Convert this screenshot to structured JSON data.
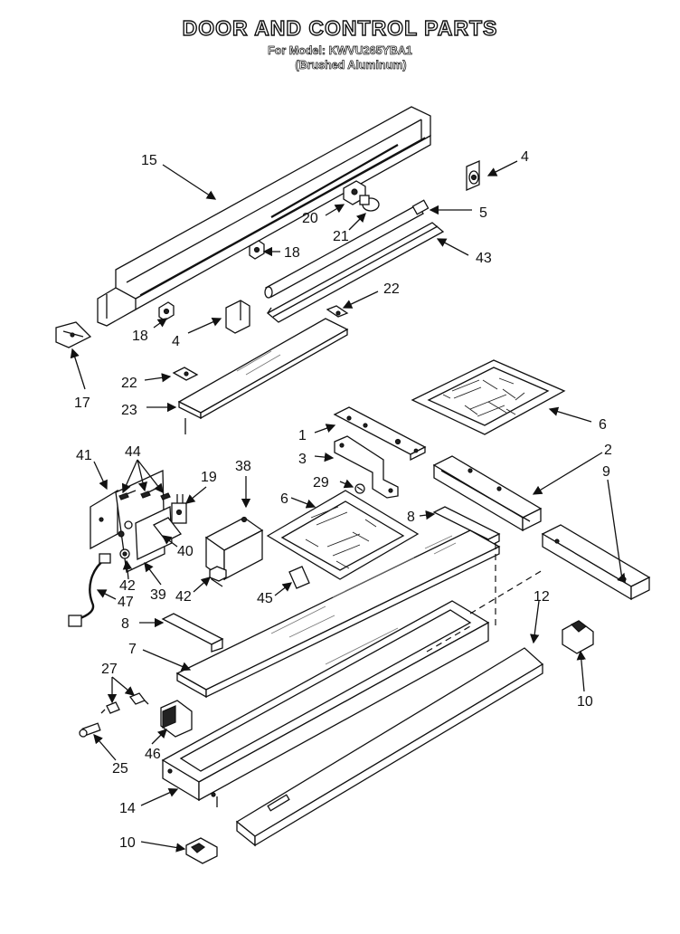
{
  "header": {
    "title": "DOOR AND CONTROL PARTS",
    "model_line": "For Model: KWVU265YBA1",
    "finish_line": "(Brushed Aluminum)"
  },
  "callouts": {
    "p15": "15",
    "p4a": "4",
    "p20": "20",
    "p21": "21",
    "p5": "5",
    "p18a": "18",
    "p43": "43",
    "p22a": "22",
    "p18b": "18",
    "p4b": "4",
    "p17": "17",
    "p22b": "22",
    "p23": "23",
    "p6a": "6",
    "p1": "1",
    "p2": "2",
    "p3": "3",
    "p9": "9",
    "p41": "41",
    "p44": "44",
    "p19": "19",
    "p38": "38",
    "p29": "29",
    "p6b": "6",
    "p8a": "8",
    "p40": "40",
    "p42a": "42",
    "p39": "39",
    "p42b": "42",
    "p45": "45",
    "p47": "47",
    "p12": "12",
    "p8b": "8",
    "p7": "7",
    "p10a": "10",
    "p27": "27",
    "p46": "46",
    "p25": "25",
    "p14": "14",
    "p10b": "10"
  }
}
